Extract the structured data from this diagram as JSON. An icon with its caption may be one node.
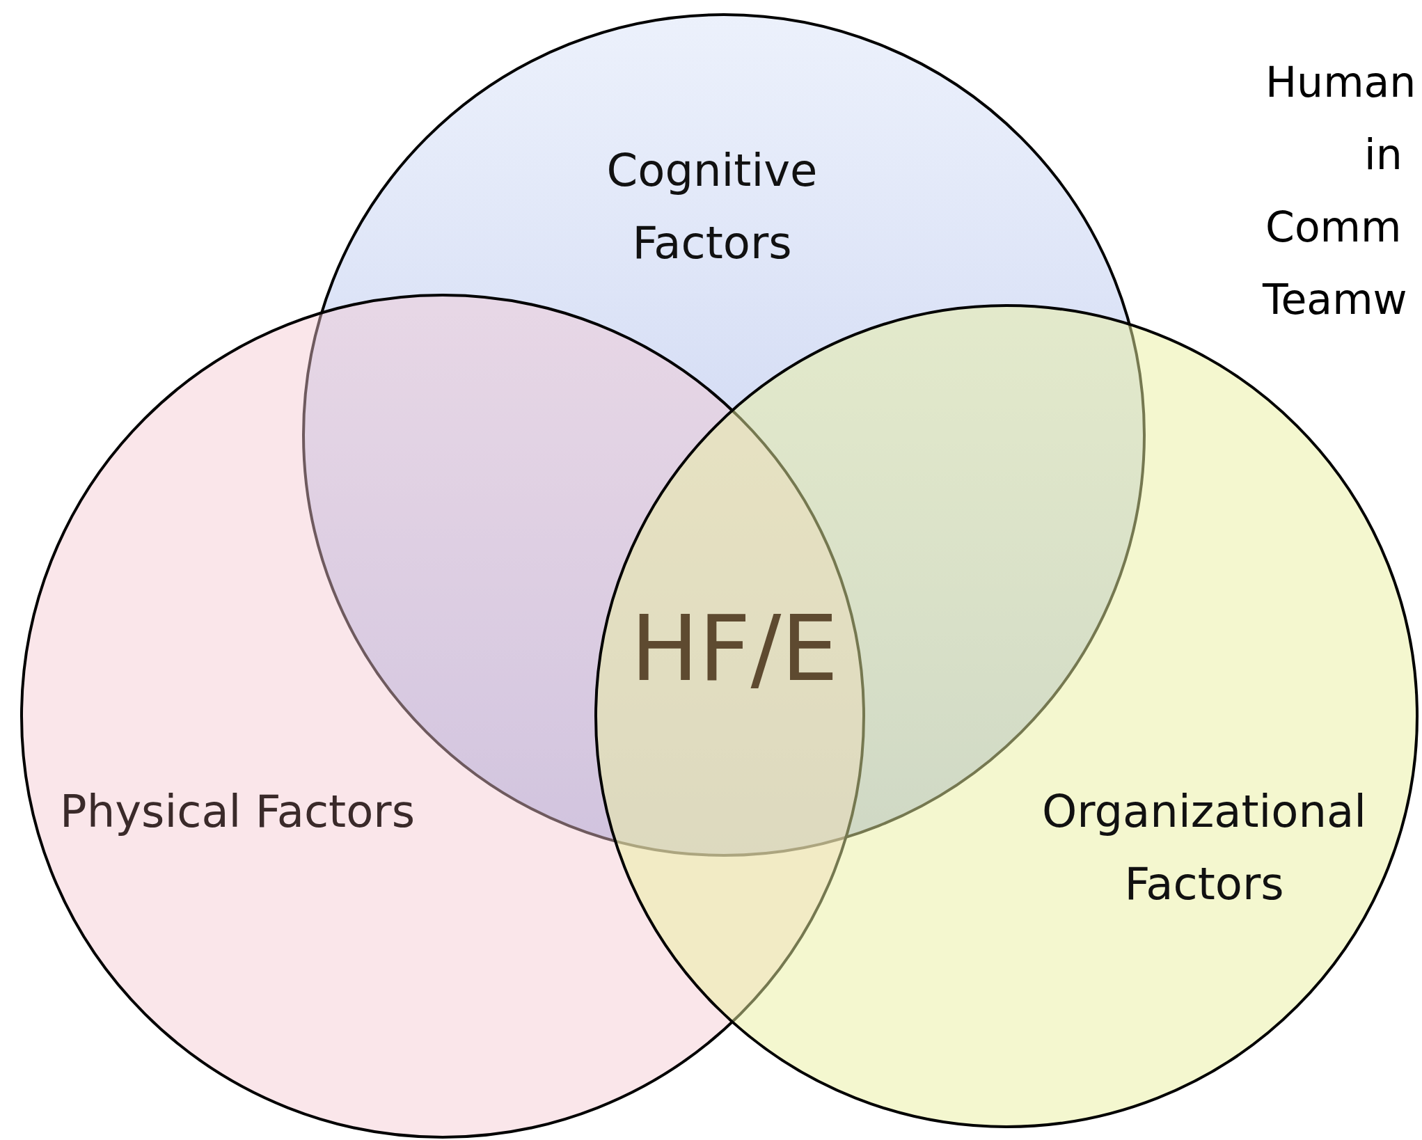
{
  "diagram": {
    "nodes": [
      {
        "text": [
          "Cognitive Factors"
        ]
      },
      {
        "text": [
          "Physical Factors"
        ]
      },
      {
        "text": [
          "Organizational Factors"
        ]
      }
    ],
    "labels": [
      "HF/E",
      "Human",
      "in",
      "Comm",
      "Teamw"
    ]
  }
}
